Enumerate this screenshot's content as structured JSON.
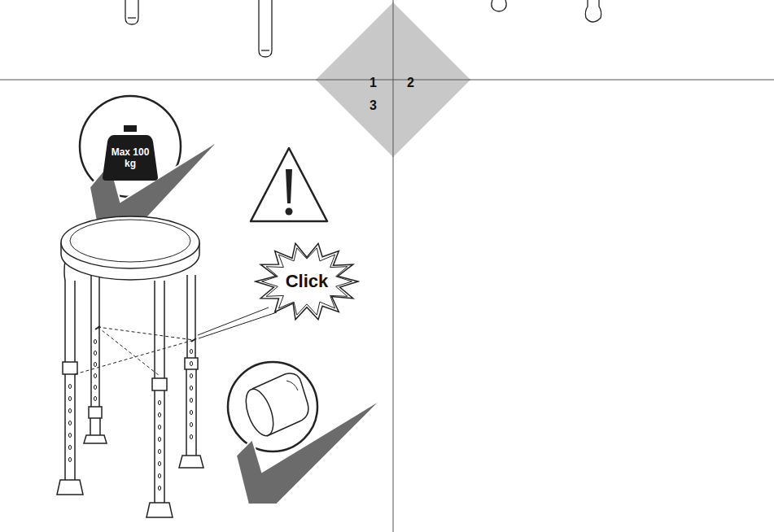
{
  "diagram": {
    "nodes": [
      {
        "text": [
          "Max 100 kg"
        ]
      },
      {
        "text": [
          "Click"
        ]
      }
    ],
    "labels": [
      "1",
      "2",
      "3"
    ]
  }
}
